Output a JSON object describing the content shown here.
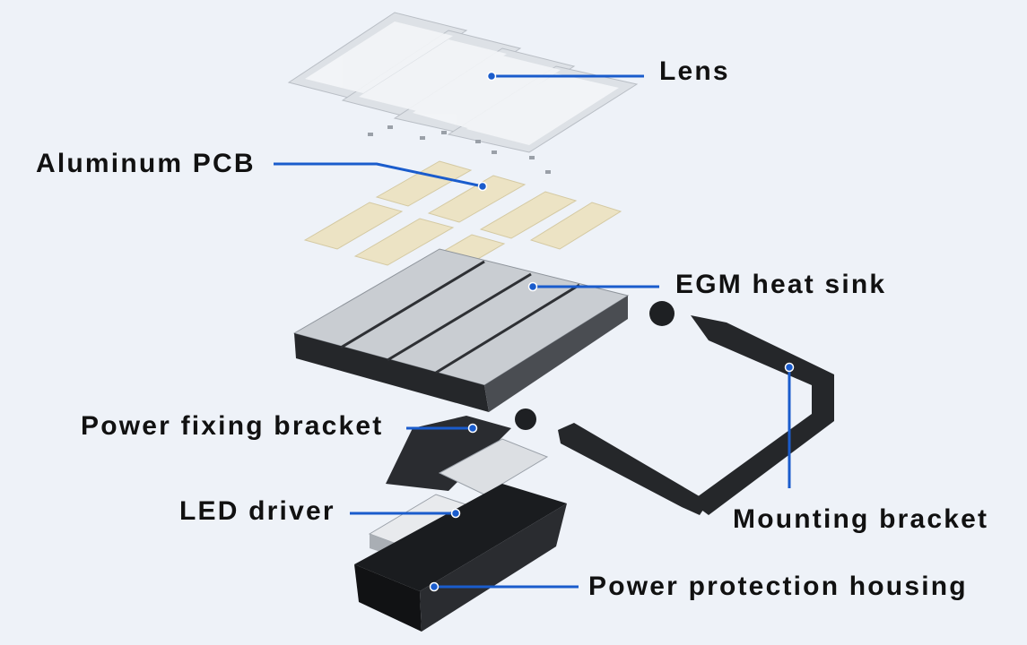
{
  "labels": {
    "lens": "Lens",
    "pcb": "Aluminum PCB",
    "heat_sink": "EGM heat sink",
    "power_bracket": "Power fixing bracket",
    "driver": "LED driver",
    "housing": "Power protection housing",
    "mounting": "Mounting bracket"
  },
  "colors": {
    "background": "#eef2f8",
    "leader_line": "#1a5ccc",
    "text": "#111111"
  }
}
